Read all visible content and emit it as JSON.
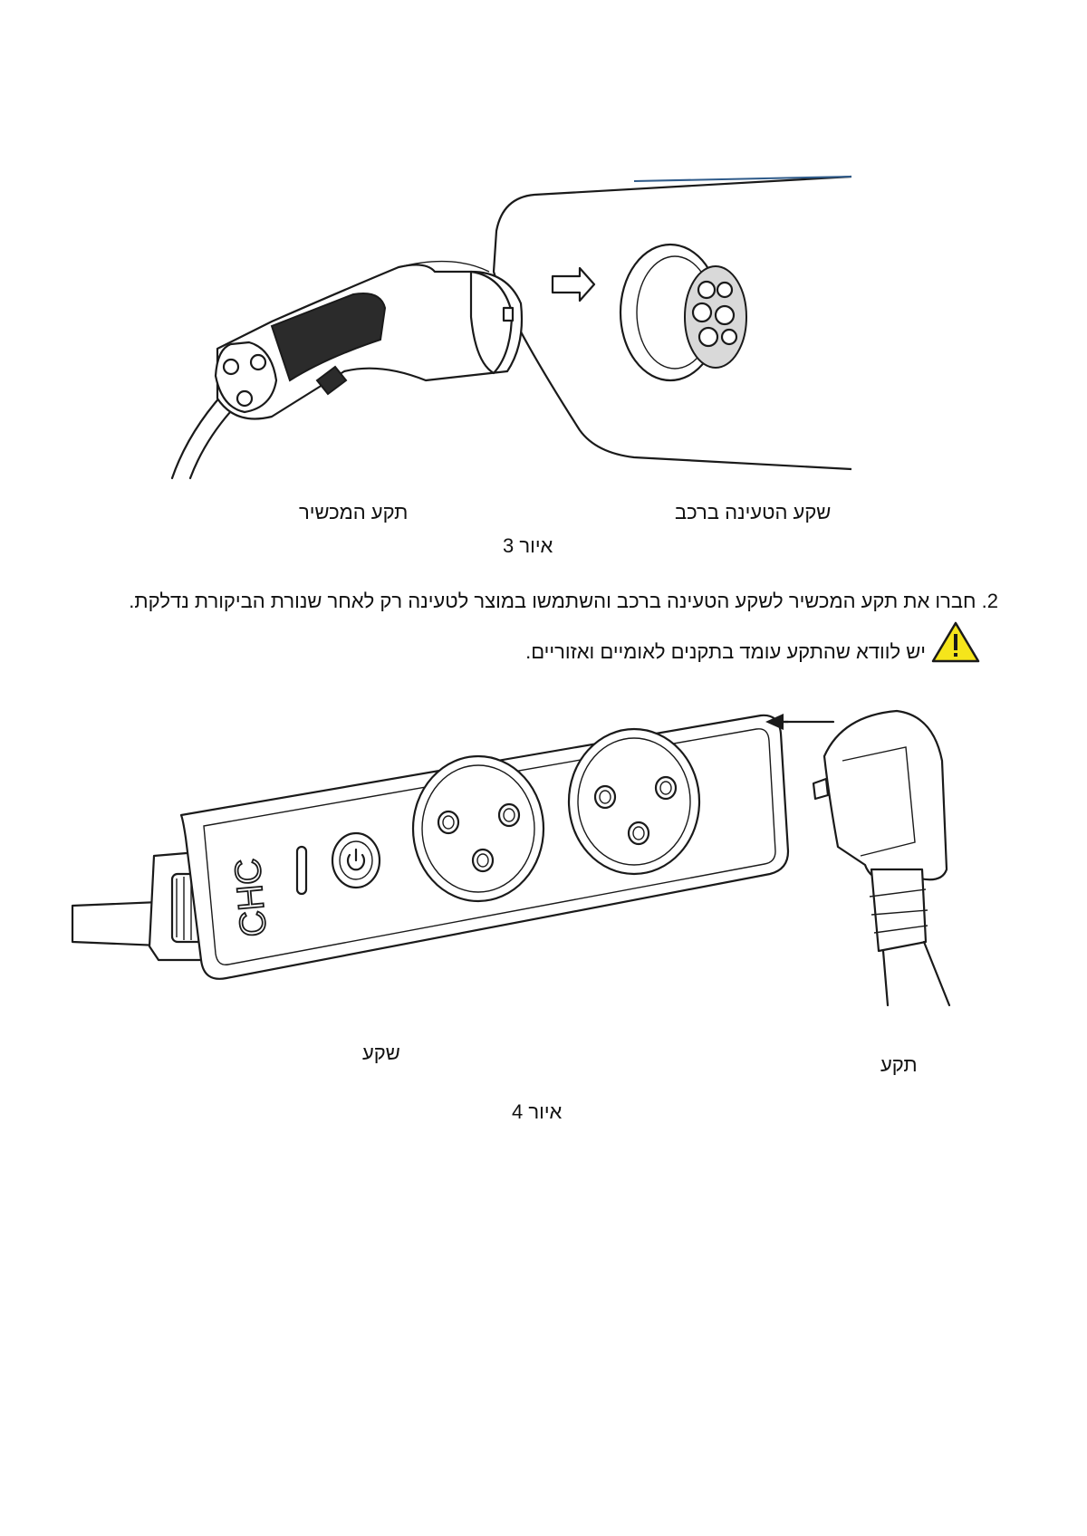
{
  "figure3": {
    "label_vehicle_inlet": "שקע הטעינה ברכב",
    "label_device_plug": "תקע המכשיר",
    "caption": "איור 3"
  },
  "instructions": {
    "step2": "2. חברו את תקע המכשיר לשקע הטעינה ברכב והשתמשו במוצר לטעינה רק לאחר שנורת הביקורת נדלקת.",
    "warning": "יש לוודא שהתקע עומד בתקנים לאומיים ואזוריים."
  },
  "figure4": {
    "label_socket": "שקע",
    "label_plug": "תקע",
    "caption": "איור 4",
    "logo_text": "CHC"
  },
  "icons": {
    "warning": "warning-triangle-icon",
    "arrow_right": "hollow-arrow-right-icon",
    "arrow_left": "arrow-left-icon",
    "power": "power-icon"
  },
  "colors": {
    "warning_fill": "#f5e51b",
    "vehicle_edge_accent": "#2f5b8a"
  }
}
